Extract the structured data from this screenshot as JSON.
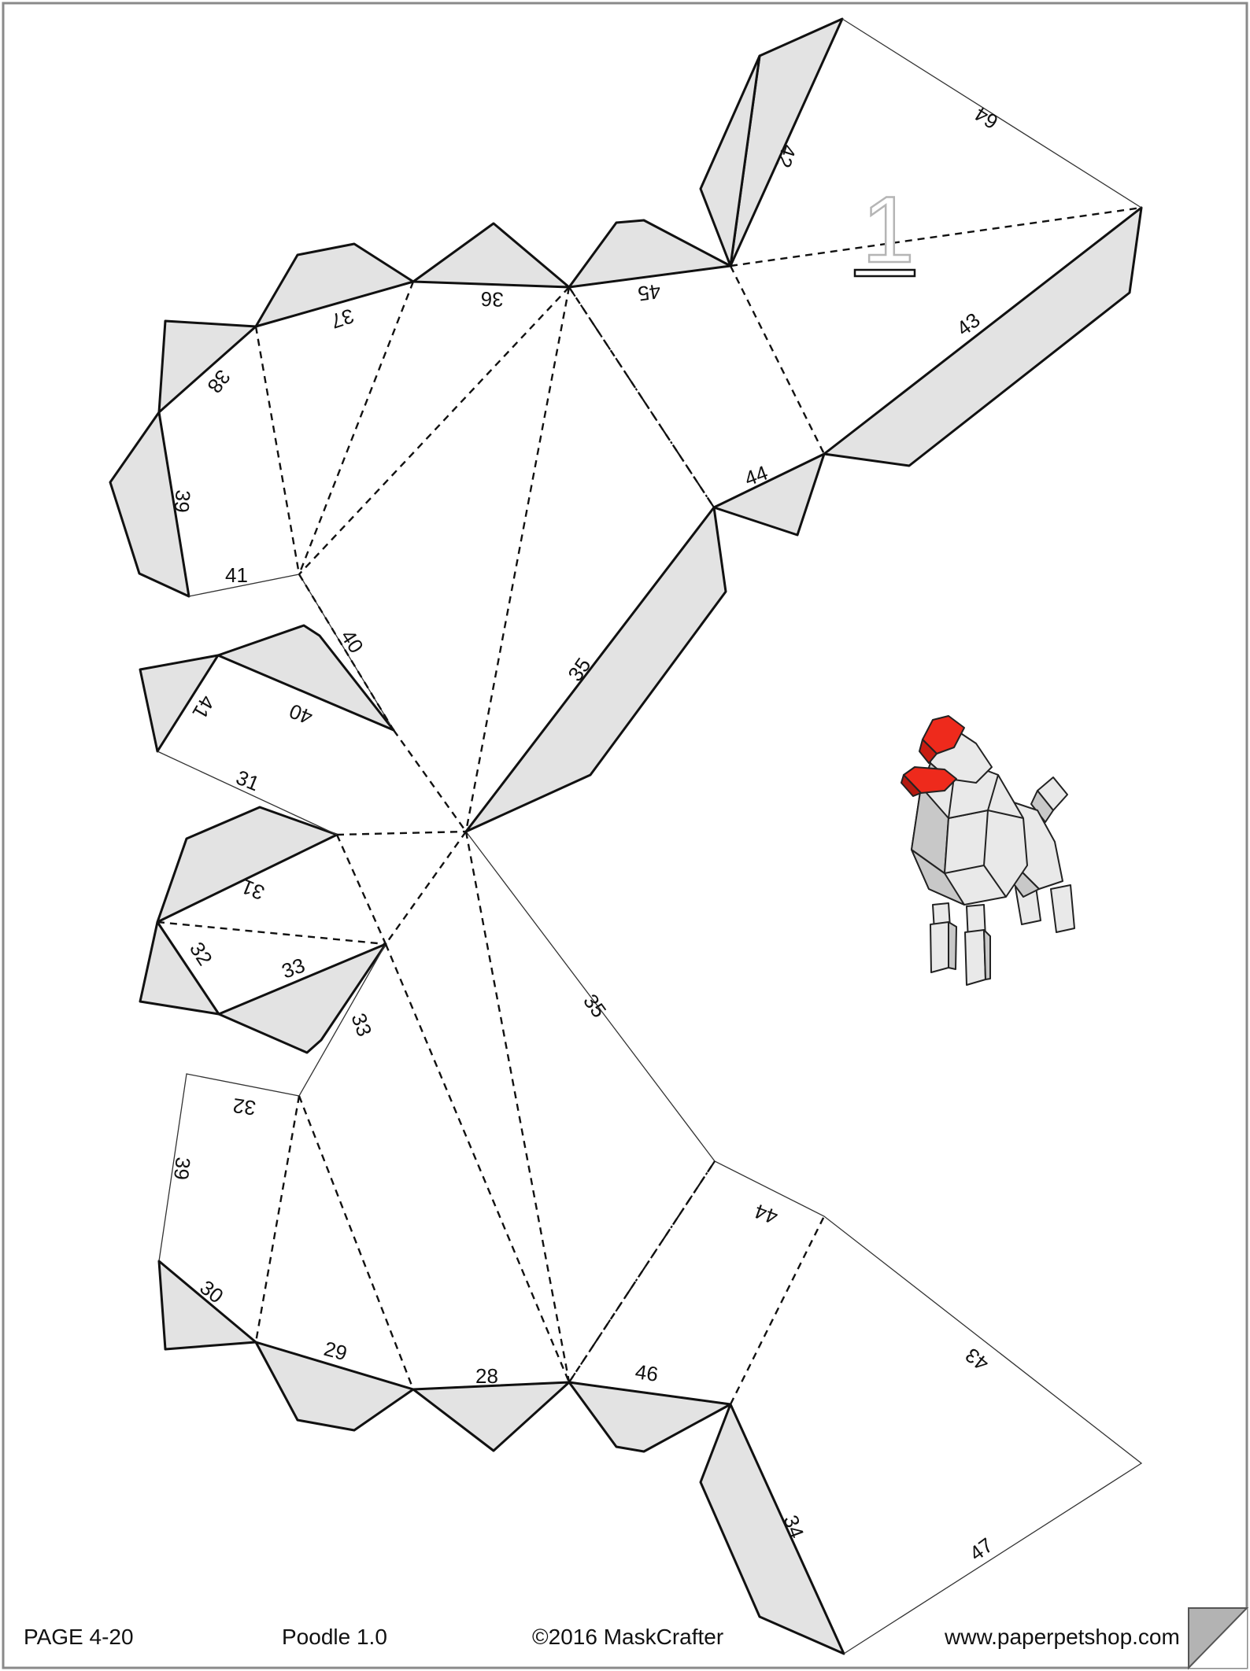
{
  "footer": {
    "page": "PAGE 4-20",
    "model": "Poodle 1.0",
    "copyright": "©2016 MaskCrafter",
    "website": "www.paperpetshop.com"
  },
  "piece_number": "1",
  "edge_labels": {
    "l42": "42",
    "l64": "64",
    "l43a": "43",
    "l45": "45",
    "l36": "36",
    "l37": "37",
    "l38": "38",
    "l39a": "39",
    "l41a": "41",
    "l44a": "44",
    "l40a": "40",
    "l35a": "35",
    "l41b": "41",
    "l40b": "40",
    "l31a": "31",
    "l31b": "31",
    "l32a": "32",
    "l33a": "33",
    "l33b": "33",
    "l35b": "35",
    "l32b": "32",
    "l39b": "39",
    "l30": "30",
    "l29": "29",
    "l28": "28",
    "l46": "46",
    "l44b": "44",
    "l43b": "43",
    "l34": "34",
    "l47": "47"
  },
  "colors": {
    "flap_fill": "#e3e3e3",
    "accent_red": "#ee2a1c",
    "page_border": "#8a8a8a"
  },
  "icons": {
    "preview": "poodle-3d-preview",
    "corner": "page-curl-icon"
  }
}
